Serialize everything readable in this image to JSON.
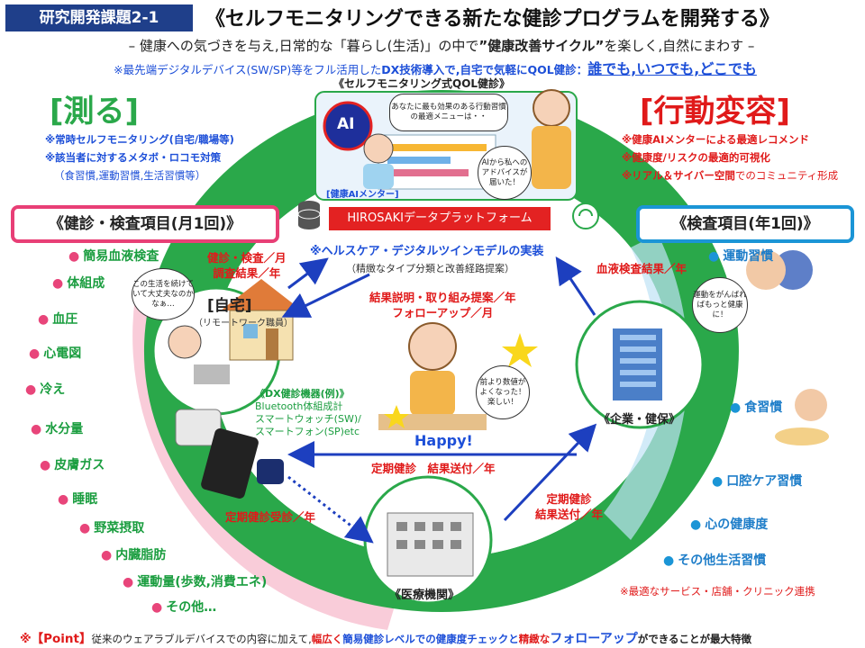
{
  "header": {
    "tag": "研究開発課題2-1",
    "title": "《セルフモニタリングできる新たな健診プログラムを開発する》",
    "subtitle_a": "– 健康への気づきを与え,日常的な「暮らし(生活)」の中で",
    "subtitle_b": "”健康改善サイクル”",
    "subtitle_c": "を楽しく,自然にまわす –",
    "blue_a": "※最先端デジタルデバイス(SW/SP)等をフル活用した",
    "blue_b": "DX技術導入で,自宅で気軽にQOL健診：",
    "blue_c": "誰でも,いつでも,どこでも"
  },
  "left_panel": {
    "heading": "[測る]",
    "note1": "※常時セルフモニタリング(自宅/職場等)",
    "note2": "※該当者に対するメタボ・ロコモ対策",
    "note3": "（食習慣,運動習慣,生活習慣等）",
    "box": "《健診・検査項目(月1回)》",
    "items": [
      "簡易血液検査",
      "体組成",
      "血圧",
      "心電図",
      "冷え",
      "水分量",
      "皮膚ガス",
      "睡眠",
      "野菜摂取",
      "内臓脂肪",
      "運動量(歩数,消費エネ)",
      "その他…"
    ]
  },
  "right_panel": {
    "heading": "[行動変容]",
    "note1": "※健康AIメンターによる最適レコメンド",
    "note2": "※健康度/リスクの最適的可視化",
    "note3a": "※リアル＆サイバー空間",
    "note3b": "でのコミュニティ形成",
    "box": "《検査項目(年1回)》",
    "items": [
      "運動習慣",
      "食習慣",
      "口腔ケア習慣",
      "心の健康度",
      "その他生活習慣"
    ],
    "footnote": "※最適なサービス・店舗・クリニック連携"
  },
  "center": {
    "qol_title": "《セルフモニタリング式QOL健診》",
    "ai_label": "AI",
    "ai_mentor": "[健康AIメンター]",
    "bubble_menu": "あなたに最も効果のある行動習慣の最適メニューは・・",
    "bubble_advice": "AIから私へのアドバイスが届いた！",
    "platform": "HIROSAKIデータプラットフォーム",
    "twin_title": "※ヘルスケア・デジタルツインモデルの実装",
    "twin_sub": "（精緻なタイプ分類と改善経路提案）",
    "home_label": "[自宅]",
    "home_sub": "（リモートワーク職員）",
    "home_bubble": "この生活を続けていて大丈夫なのかなぁ…",
    "home_to_cloud": "健診・検査／月",
    "home_to_cloud2": "調査結果／年",
    "cloud_to_home1": "結果説明・取り組み提案／年",
    "cloud_to_home2": "フォローアップ／月",
    "happy": "Happy!",
    "happy_bubble": "前より数値がよくなった！楽しい！",
    "company_label": "《企業・健保》",
    "blood_result": "血液検査結果／年",
    "regular_result": "定期健診　結果送付／年",
    "hospital_label": "《医療機関》",
    "regular_exam": "定期健診受診／年",
    "hospital_result1": "定期健診",
    "hospital_result2": "結果送付／年",
    "dx_title": "《DX健診機器(例)》",
    "dx_1": "Bluetooth体組成計",
    "dx_2": "スマートウォッチ(SW)/",
    "dx_3": "スマートフォン(SP)etc",
    "exercise_bubble": "運動をがんばればもっと健康に！"
  },
  "footer": {
    "a": "※",
    "b": "【Point】",
    "c": "従来のウェアラブルデバイスでの内容に加えて,",
    "d": "幅広く",
    "e": "簡易健診レベルでの健康度チェックと",
    "f": "精緻な",
    "g": "フォローアップ",
    "h": "ができることが最大特徴"
  },
  "colors": {
    "green": "#22a84a",
    "pink": "#f5a7bf",
    "red": "#e01a1a",
    "blue": "#1d4fd8",
    "navy": "#1f3f8a",
    "skyblue": "#1b95d6"
  }
}
